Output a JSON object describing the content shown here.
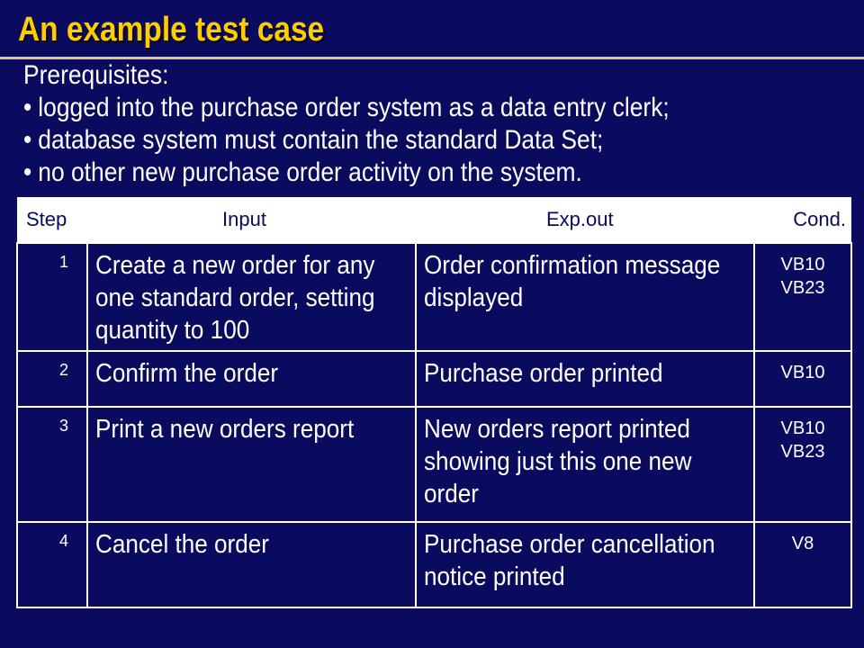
{
  "slide": {
    "title": "An example test case"
  },
  "prerequisites": {
    "heading": "Prerequisites:",
    "bullet_symbol": "•",
    "items": [
      "logged into the purchase order system as a data entry clerk;",
      "database system must contain the standard Data Set;",
      "no other new purchase order activity on the system."
    ]
  },
  "table": {
    "headers": {
      "step": "Step",
      "input": "Input",
      "expected": "Exp.out",
      "cond": "Cond."
    },
    "rows": [
      {
        "step": "1",
        "input": "Create a new order for any one standard order, setting quantity to 100",
        "expected": "Order confirmation message displayed",
        "cond": [
          "VB10",
          "VB23"
        ]
      },
      {
        "step": "2",
        "input": "Confirm the order",
        "expected": "Purchase order printed",
        "cond": [
          "VB10"
        ]
      },
      {
        "step": "3",
        "input": "Print a new orders report",
        "expected": "New orders report printed showing just this one new order",
        "cond": [
          "VB10",
          "VB23"
        ]
      },
      {
        "step": "4",
        "input": "Cancel the order",
        "expected": "Purchase order cancellation notice printed",
        "cond": [
          "V8"
        ]
      }
    ]
  },
  "colors": {
    "background": "#0a0a5e",
    "title": "#ffcc00",
    "text": "#ffffff",
    "header_bg": "#ffffff",
    "header_text": "#0a0a5e"
  }
}
